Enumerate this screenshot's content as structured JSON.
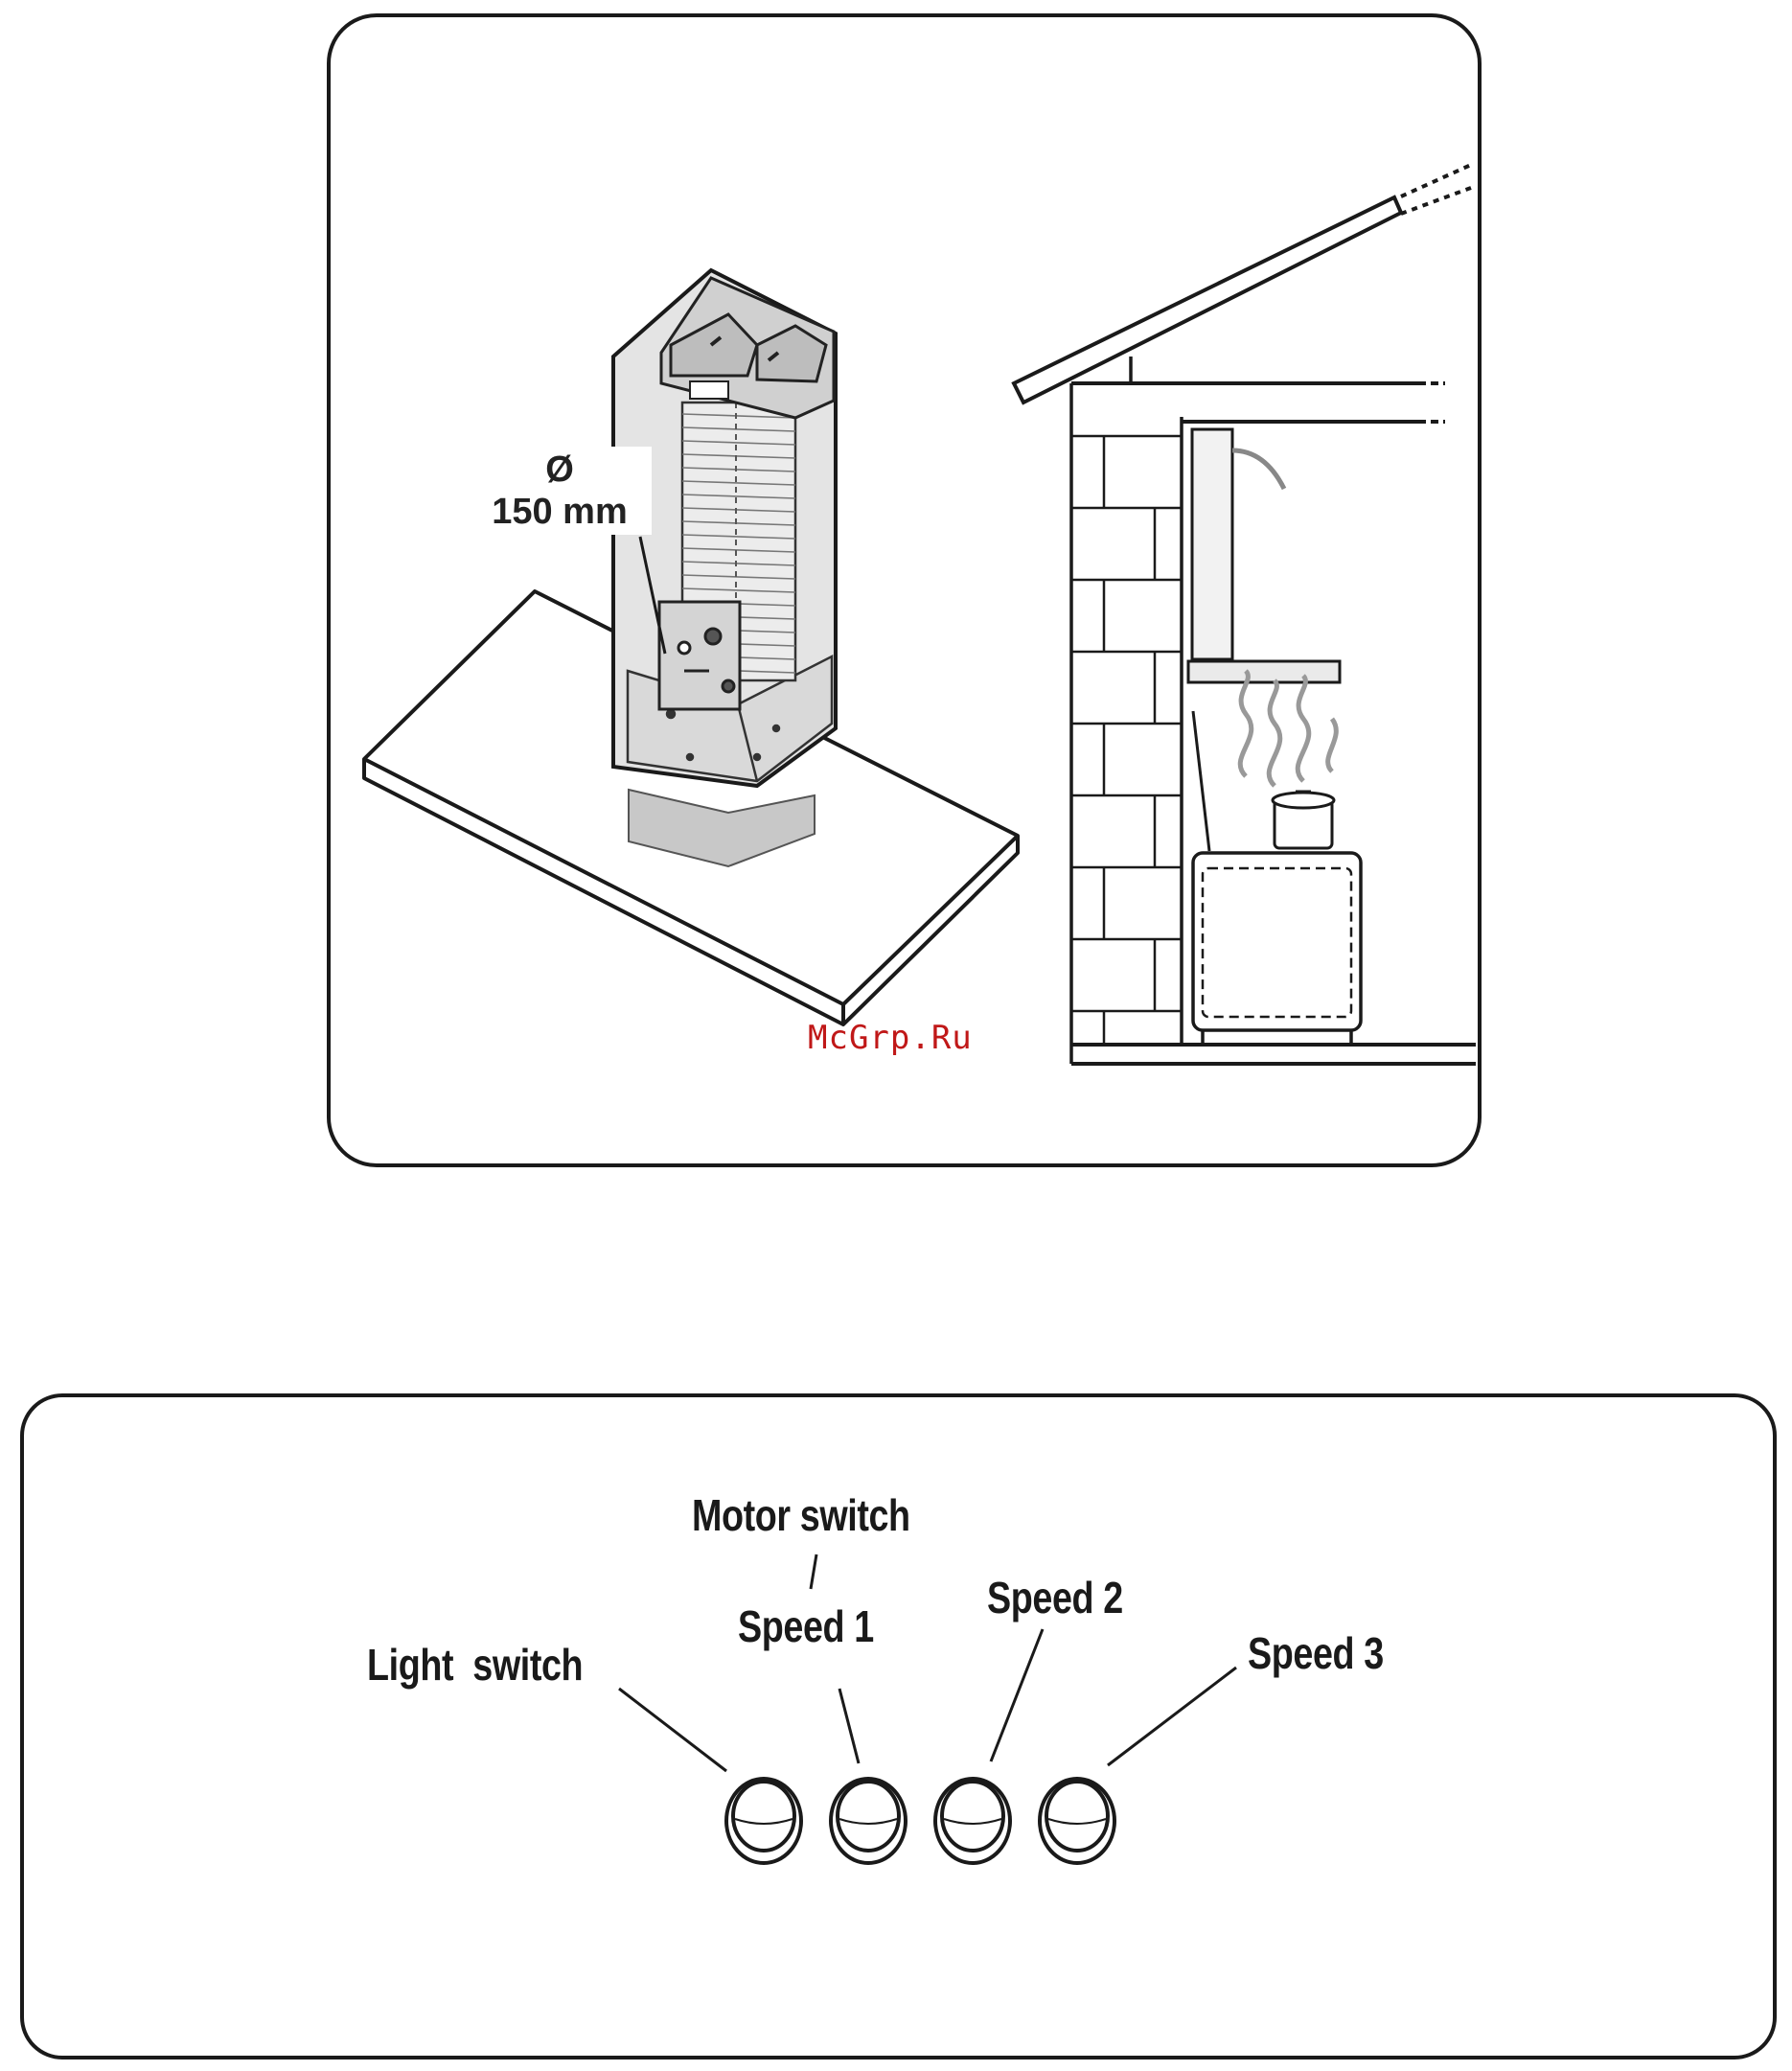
{
  "installation_figure": {
    "diameter_symbol": "Ø",
    "diameter_value": "150 mm"
  },
  "watermark": "McGrp.Ru",
  "controls": {
    "motor_switch_label": "Motor switch",
    "light_switch_label": "Light  switch",
    "speed1_label": "Speed 1",
    "speed2_label": "Speed 2",
    "speed3_label": "Speed 3",
    "button_count": 4
  },
  "colors": {
    "line": "#1a1a1a",
    "panel_fill": "#e4e4e4",
    "watermark": "#c01818"
  }
}
